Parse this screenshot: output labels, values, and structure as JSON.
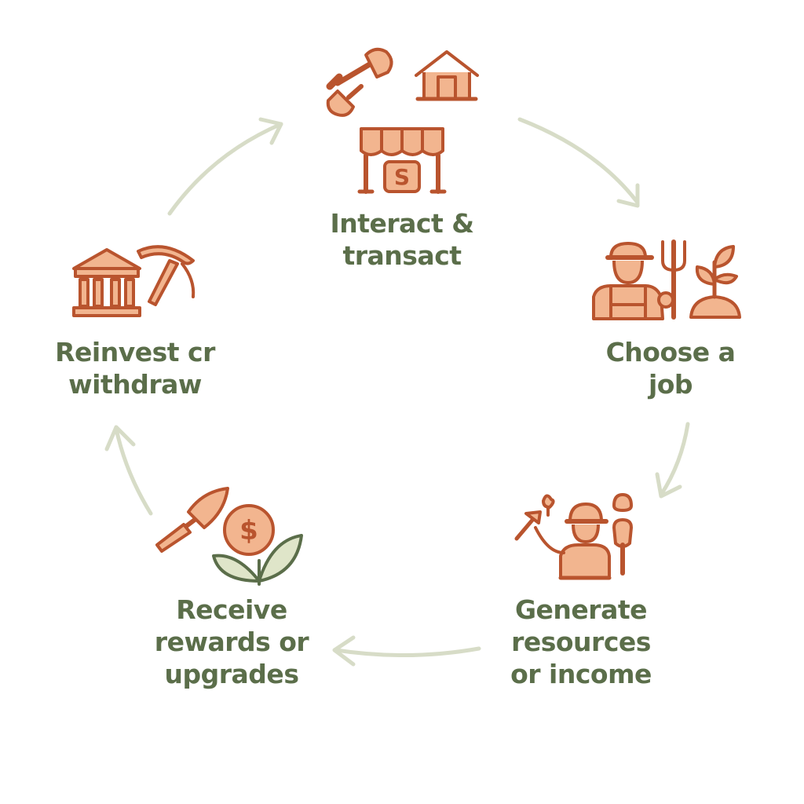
{
  "colors": {
    "label_text": "#5b6e4a",
    "icon_stroke": "#b9542e",
    "icon_fill": "#f2b58f",
    "leaf_fill": "#dfe5c9",
    "leaf_stroke": "#5b6e4a",
    "arrow": "#d7dcc7"
  },
  "steps": [
    {
      "label": "Interact &\ntransact",
      "icons": [
        "shovel-icon",
        "house-icon",
        "market-stall-icon"
      ]
    },
    {
      "label": "Choose a\njob",
      "icons": [
        "farmer-icon",
        "pitchfork-icon",
        "sprout-icon"
      ]
    },
    {
      "label": "Generate\nresources\nor income",
      "icons": [
        "worker-with-hammer-icon",
        "shovel-icon"
      ]
    },
    {
      "label": "Receive\nrewards or\nupgrades",
      "icons": [
        "trowel-icon",
        "dollar-coin-icon",
        "sprout-icon"
      ]
    },
    {
      "label": "Reinvest cr\nwithdraw",
      "icons": [
        "bank-icon",
        "pickaxe-icon"
      ]
    }
  ],
  "stall_sign": "S",
  "coin_symbol": "$",
  "arrows": [
    {
      "from": "Interact & transact",
      "to": "Choose a job"
    },
    {
      "from": "Choose a job",
      "to": "Generate resources or income"
    },
    {
      "from": "Generate resources or income",
      "to": "Receive rewards or upgrades"
    },
    {
      "from": "Receive rewards or upgrades",
      "to": "Reinvest cr withdraw"
    },
    {
      "from": "Reinvest cr withdraw",
      "to": "Interact & transact"
    }
  ]
}
